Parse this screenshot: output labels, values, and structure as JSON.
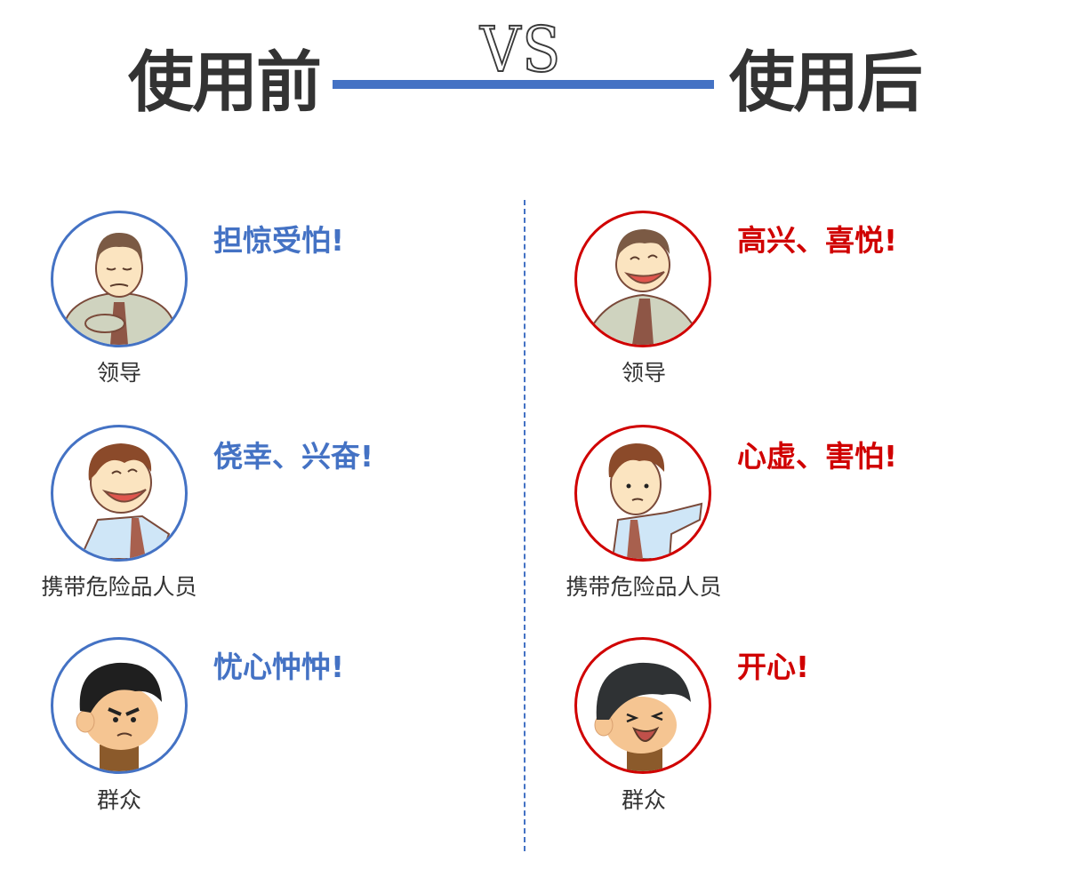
{
  "header": {
    "before_title": "使用前",
    "vs_label": "VS",
    "after_title": "使用后",
    "line_color": "#4472C4"
  },
  "colors": {
    "before_accent": "#4472C4",
    "after_accent": "#D00000",
    "title_text": "#333333",
    "label_text": "#333333"
  },
  "before": {
    "items": [
      {
        "role": "领导",
        "mood": "担惊受怕!",
        "avatar_icon": "worried-boss-avatar-icon"
      },
      {
        "role": "携带危险品人员",
        "mood": "侥幸、兴奋!",
        "avatar_icon": "laughing-man-avatar-icon"
      },
      {
        "role": "群众",
        "mood": "忧心忡忡!",
        "avatar_icon": "frowning-man-avatar-icon"
      }
    ]
  },
  "after": {
    "items": [
      {
        "role": "领导",
        "mood": "高兴、喜悦!",
        "avatar_icon": "smiling-boss-avatar-icon"
      },
      {
        "role": "携带危险品人员",
        "mood": "心虚、害怕!",
        "avatar_icon": "nervous-man-avatar-icon"
      },
      {
        "role": "群众",
        "mood": "开心!",
        "avatar_icon": "laughing-boy-avatar-icon"
      }
    ]
  }
}
